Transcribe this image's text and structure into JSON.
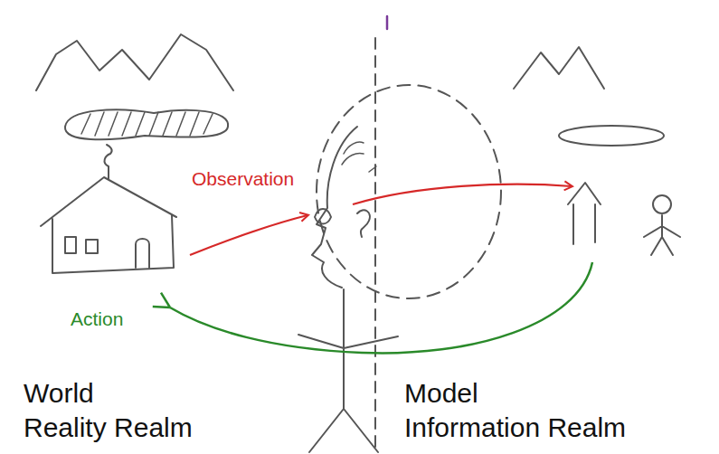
{
  "diagram": {
    "labels": [
      "Observation",
      "Action",
      "World",
      "Reality Realm",
      "Model",
      "Information Realm"
    ]
  }
}
